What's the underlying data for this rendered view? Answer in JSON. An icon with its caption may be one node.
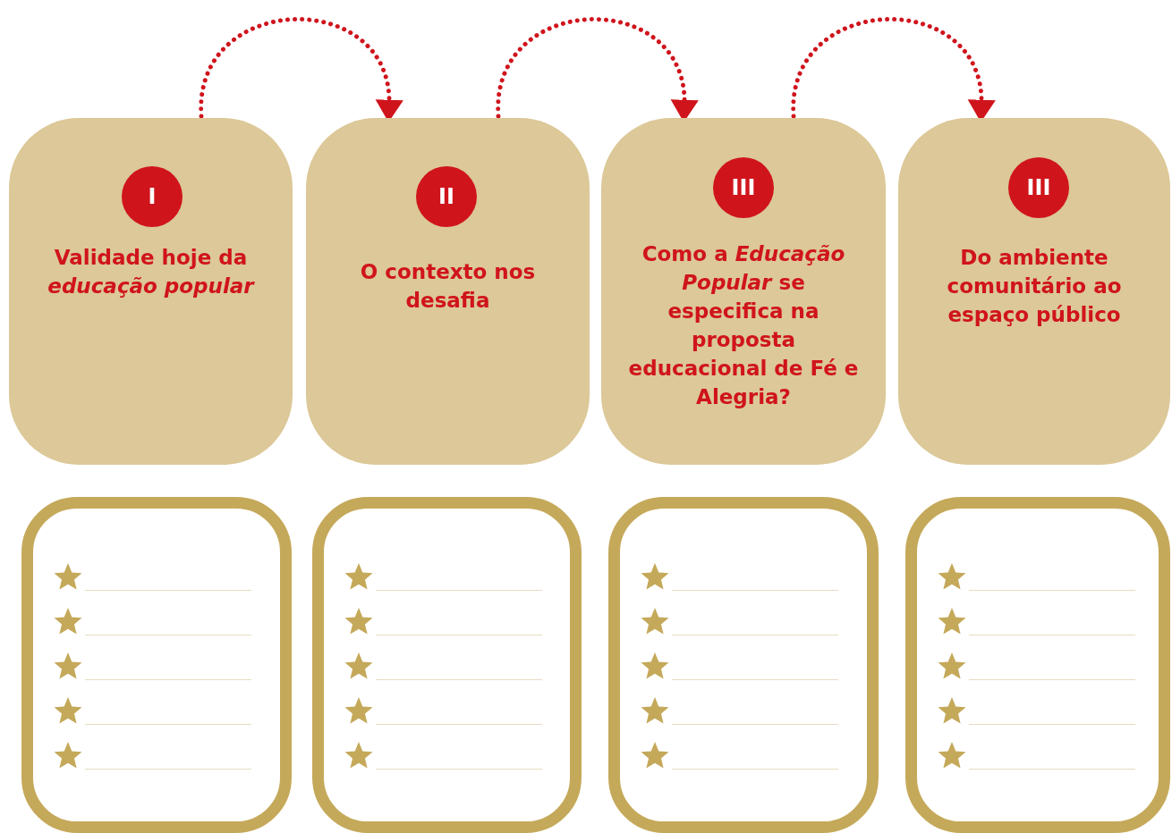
{
  "diagram": {
    "nodes": [
      {
        "text": [
          "Validade hoje da *educação popular*"
        ]
      },
      {
        "text": [
          "I"
        ],
        "in": 0
      },
      {
        "text": [
          "O contexto nos desafia"
        ]
      },
      {
        "text": [
          "II"
        ],
        "in": 2
      },
      {
        "text": [
          "Como a *Educação Popular* se especifica na proposta educacional de Fé e Alegria?"
        ]
      },
      {
        "text": [
          "III"
        ],
        "in": 4
      },
      {
        "text": [
          "Do ambiente comunitário ao espaço público"
        ]
      },
      {
        "text": [
          "III"
        ],
        "in": 6
      },
      {
        "text": [],
        "shape": "box"
      },
      {
        "text": [],
        "shape": "box"
      },
      {
        "text": [],
        "shape": "box"
      },
      {
        "text": [],
        "shape": "box"
      }
    ],
    "edges": [
      {
        "from": 0,
        "to": 2,
        "arrow": "to",
        "style": "dashed"
      },
      {
        "from": 2,
        "to": 4,
        "arrow": "to",
        "style": "dashed"
      },
      {
        "from": 4,
        "to": 6,
        "arrow": "to",
        "style": "dashed"
      }
    ]
  }
}
